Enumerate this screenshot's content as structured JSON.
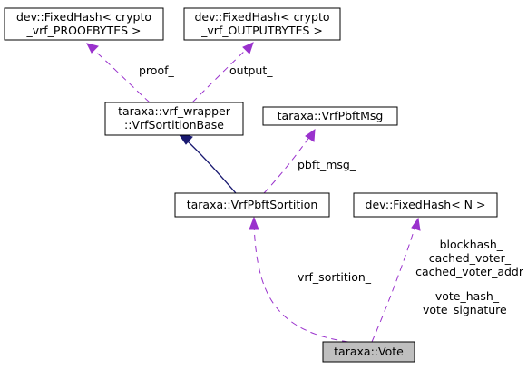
{
  "nodes": {
    "proofbytes": [
      "dev::FixedHash< crypto",
      "_vrf_PROOFBYTES >"
    ],
    "outputbytes": [
      "dev::FixedHash< crypto",
      "_vrf_OUTPUTBYTES >"
    ],
    "sortition_base": [
      "taraxa::vrf_wrapper",
      "::VrfSortitionBase"
    ],
    "pbft_msg": [
      "taraxa::VrfPbftMsg"
    ],
    "pbft_sortition": [
      "taraxa::VrfPbftSortition"
    ],
    "fixedhash_n": [
      "dev::FixedHash< N >"
    ],
    "vote": [
      "taraxa::Vote"
    ]
  },
  "edges": {
    "proof": [
      "proof_"
    ],
    "output": [
      "output_"
    ],
    "pbft_msg": [
      "pbft_msg_"
    ],
    "vrf_sortition": [
      "vrf_sortition_"
    ],
    "hash_fields": [
      "blockhash_",
      "cached_voter_",
      "cached_voter_addr",
      "",
      "vote_hash_",
      "vote_signature_"
    ]
  },
  "colors": {
    "use_edge": "#9a32cd",
    "inherit_edge": "#191970",
    "highlight_fill": "#bfbfbf"
  }
}
